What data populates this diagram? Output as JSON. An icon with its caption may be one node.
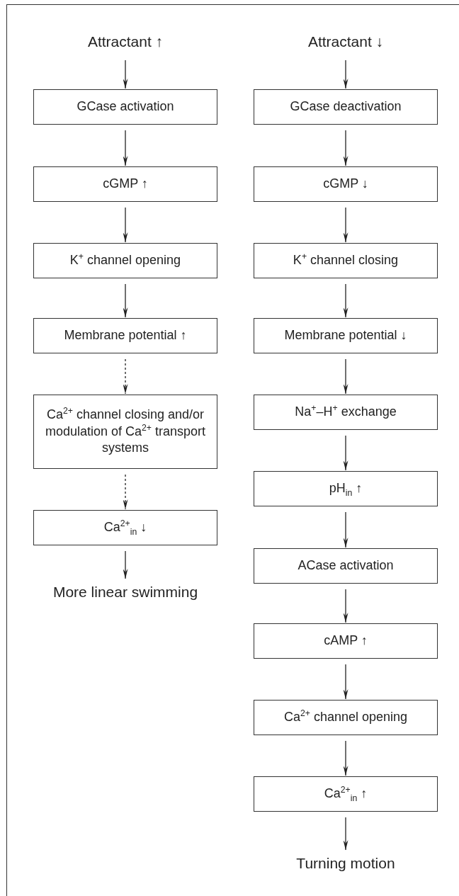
{
  "diagram": {
    "nodes": [
      {
        "text": [
          "Attractant ↑"
        ]
      },
      {
        "text": [
          "GCase activation"
        ]
      },
      {
        "text": [
          "cGMP ↑"
        ]
      },
      {
        "text": [
          "K$^{+}$ channel opening"
        ]
      },
      {
        "text": [
          "Membrane potential ↑"
        ]
      },
      {
        "text": [
          "Ca$^{2+}$ channel closing and/or modulation of Ca$^{2+}$ transport systems"
        ]
      },
      {
        "text": [
          "Ca$^{2+}$$_{in}$ ↓"
        ]
      },
      {
        "text": [
          "More linear swimming"
        ]
      },
      {
        "text": [
          "Attractant ↓"
        ]
      },
      {
        "text": [
          "GCase deactivation"
        ]
      },
      {
        "text": [
          "cGMP ↓"
        ]
      },
      {
        "text": [
          "K$^{+}$ channel closing"
        ]
      },
      {
        "text": [
          "Membrane potential ↓"
        ]
      },
      {
        "text": [
          "Na$^{+}$–H$^{+}$ exchange"
        ]
      },
      {
        "text": [
          "pH$_{in}$ ↑"
        ]
      },
      {
        "text": [
          "ACase activation"
        ]
      },
      {
        "text": [
          "cAMP ↑"
        ]
      },
      {
        "text": [
          "Ca$^{2+}$ channel opening"
        ]
      },
      {
        "text": [
          "Ca$^{2+}$$_{in}$ ↑"
        ]
      },
      {
        "text": [
          "Turning motion"
        ]
      }
    ],
    "edges": [
      {
        "from": 0,
        "to": 1,
        "arrow": "to"
      },
      {
        "from": 1,
        "to": 2,
        "arrow": "to"
      },
      {
        "from": 2,
        "to": 3,
        "arrow": "to"
      },
      {
        "from": 3,
        "to": 4,
        "arrow": "to"
      },
      {
        "from": 4,
        "to": 5,
        "arrow": "to",
        "style": "dashed"
      },
      {
        "from": 5,
        "to": 6,
        "arrow": "to",
        "style": "dashed"
      },
      {
        "from": 6,
        "to": 7,
        "arrow": "to"
      },
      {
        "from": 8,
        "to": 9,
        "arrow": "to"
      },
      {
        "from": 9,
        "to": 10,
        "arrow": "to"
      },
      {
        "from": 10,
        "to": 11,
        "arrow": "to"
      },
      {
        "from": 11,
        "to": 12,
        "arrow": "to"
      },
      {
        "from": 12,
        "to": 13,
        "arrow": "to"
      },
      {
        "from": 13,
        "to": 14,
        "arrow": "to"
      },
      {
        "from": 14,
        "to": 15,
        "arrow": "to"
      },
      {
        "from": 15,
        "to": 16,
        "arrow": "to"
      },
      {
        "from": 16,
        "to": 17,
        "arrow": "to"
      },
      {
        "from": 17,
        "to": 18,
        "arrow": "to"
      },
      {
        "from": 18,
        "to": 19,
        "arrow": "to"
      }
    ]
  }
}
